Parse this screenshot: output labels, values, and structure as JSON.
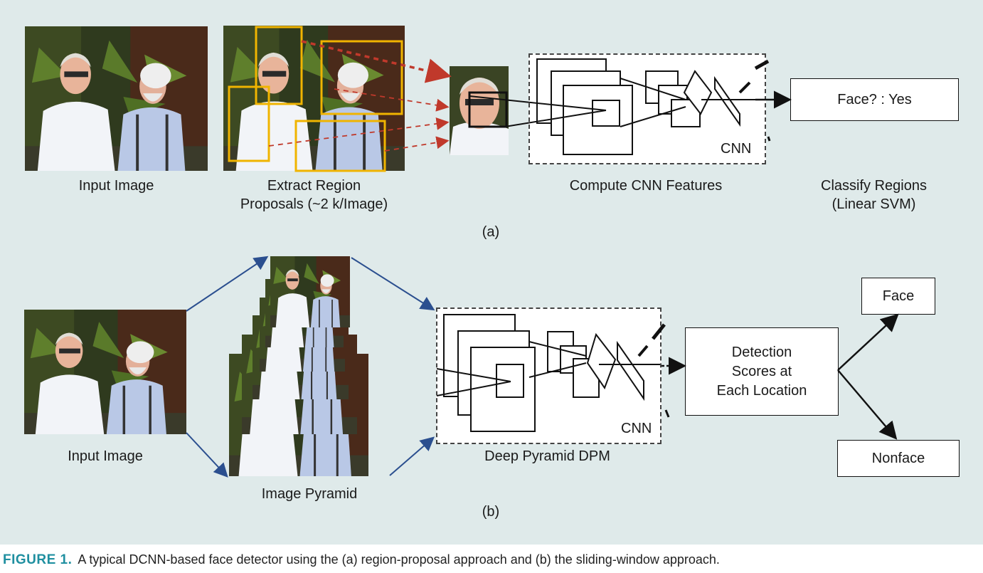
{
  "panel_a": {
    "input_label": "Input Image",
    "proposals_label_1": "Extract Region",
    "proposals_label_2": "Proposals (~2 k/Image)",
    "cnn_label": "Compute CNN Features",
    "cnn_tag": "CNN",
    "output_box": "Face? : Yes",
    "classify_label_1": "Classify Regions",
    "classify_label_2": "(Linear SVM)",
    "sub_label": "(a)"
  },
  "panel_b": {
    "input_label": "Input Image",
    "pyramid_label": "Image Pyramid",
    "cnn_label": "Deep Pyramid DPM",
    "cnn_tag": "CNN",
    "detection_box_1": "Detection",
    "detection_box_2": "Scores at",
    "detection_box_3": "Each Location",
    "face_box": "Face",
    "nonface_box": "Nonface",
    "sub_label": "(b)"
  },
  "caption": {
    "label": "FIGURE 1.",
    "text": "A typical DCNN-based face detector using the (a) region-proposal approach and (b) the sliding-window approach."
  },
  "colors": {
    "background": "#dfeaea",
    "proposal_box": "#f0b400",
    "dashed_arrow": "#c0392b",
    "pyramid_arrow": "#2b4f8f",
    "caption_label": "#1f8fa0"
  }
}
